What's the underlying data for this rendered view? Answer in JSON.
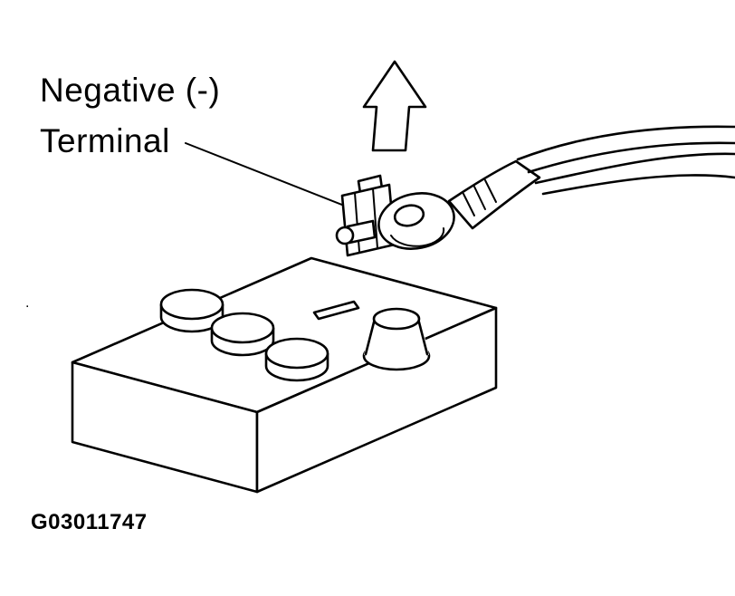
{
  "diagram": {
    "label": {
      "line1": "Negative (-)",
      "line2": "Terminal"
    },
    "figure_id": "G03011747",
    "stray_mark": ".",
    "colors": {
      "line": "#000000",
      "background": "#ffffff"
    }
  }
}
